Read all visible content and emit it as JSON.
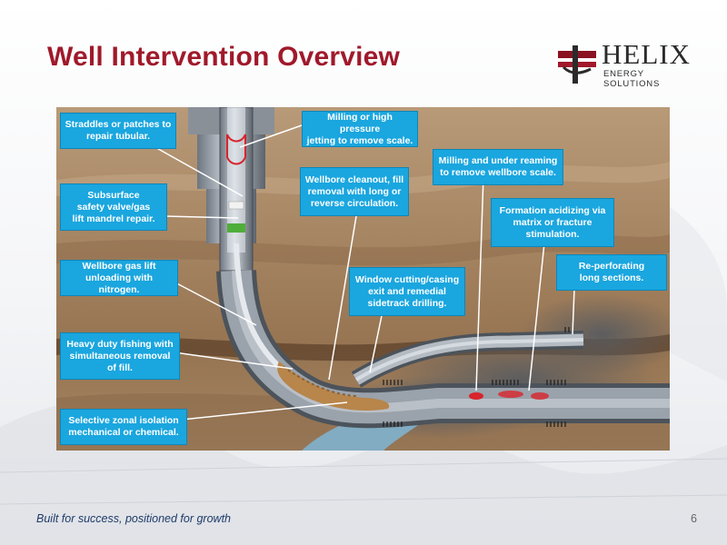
{
  "title": "Well Intervention Overview",
  "logo": {
    "name": "HELIX",
    "tagline": "ENERGY SOLUTIONS"
  },
  "callouts": [
    "Straddles or patches to\nrepair tubular.",
    "Subsurface\nsafety valve/gas\nlift mandrel repair.",
    "Wellbore gas lift\nunloading with nitrogen.",
    "Heavy duty fishing with\nsimultaneous removal\nof fill.",
    "Selective zonal isolation\nmechanical or chemical.",
    "Milling or high pressure\njetting to remove scale.",
    "Wellbore cleanout, fill\nremoval with long or\nreverse circulation.",
    "Milling and under reaming\nto remove wellbore scale.",
    "Formation acidizing via\nmatrix or fracture\nstimulation.",
    "Window cutting/casing\nexit and remedial\nsidetrack drilling.",
    "Re-perforating\nlong sections."
  ],
  "footer": "Built for success, positioned for growth",
  "page_number": "6",
  "colors": {
    "title": "#a0192b",
    "callout": "#1aa6df",
    "footer": "#1f3b6b"
  }
}
